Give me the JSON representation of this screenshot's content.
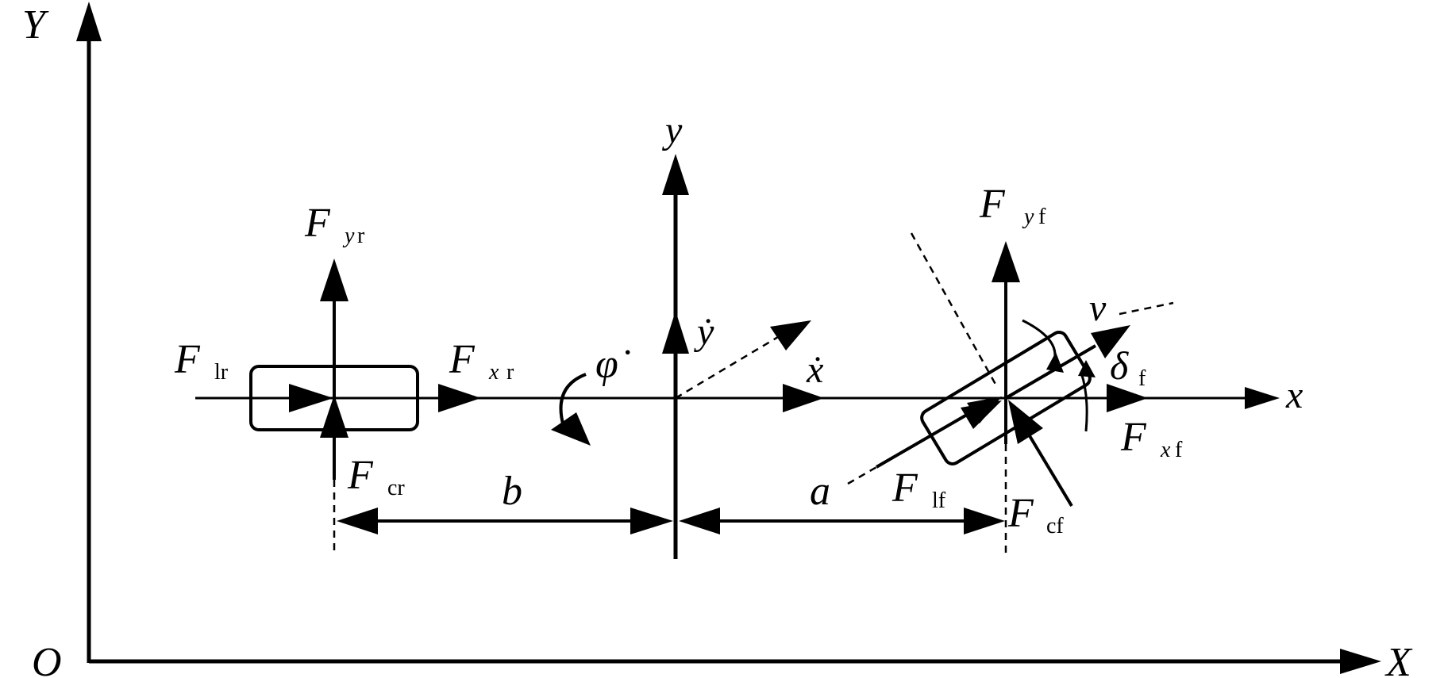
{
  "colors": {
    "ink": "#000000",
    "background": "#ffffff"
  },
  "labels": {
    "global_y": "Y",
    "global_x": "X",
    "origin": "O",
    "body_y": "y",
    "body_x": "x",
    "fyr": {
      "main": "F",
      "sub1": "y",
      "sub2": "r"
    },
    "flr": {
      "main": "F",
      "sub": "lr"
    },
    "fxr": {
      "main": "F",
      "sub1": "x",
      "sub2": "r"
    },
    "fcr": {
      "main": "F",
      "sub": "cr"
    },
    "yaw_rate": "φ̇",
    "y_dot": "ẏ",
    "x_dot": "ẋ",
    "b": "b",
    "a": "a",
    "fyf": {
      "main": "F",
      "sub1": "y",
      "sub2": "f"
    },
    "v": "v",
    "delta_f": {
      "main": "δ",
      "sub": "f"
    },
    "fxf": {
      "main": "F",
      "sub1": "x",
      "sub2": "f"
    },
    "flf": {
      "main": "F",
      "sub": "lf"
    },
    "fcf": {
      "main": "F",
      "sub": "cf"
    }
  }
}
